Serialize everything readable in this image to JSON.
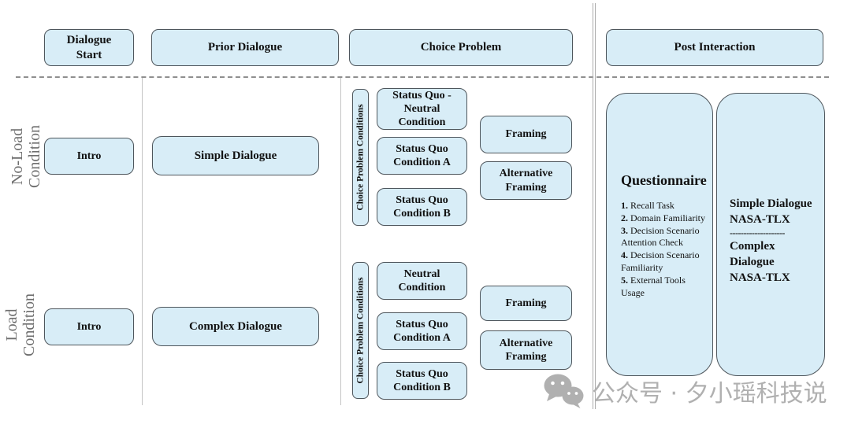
{
  "headers": {
    "dialogue_start": "Dialogue Start",
    "prior_dialogue": "Prior Dialogue",
    "choice_problem": "Choice Problem",
    "post_interaction": "Post Interaction"
  },
  "row_labels": {
    "no_load": "No-Load Condition",
    "load": "Load Condition"
  },
  "no_load_row": {
    "intro": "Intro",
    "dialogue": "Simple Dialogue",
    "conditions_label": "Choice Problem Conditions",
    "condition_1": "Status Quo - Neutral Condition",
    "condition_2": "Status Quo Condition A",
    "condition_3": "Status Quo Condition B",
    "framing": "Framing",
    "alternative_framing": "Alternative Framing"
  },
  "load_row": {
    "intro": "Intro",
    "dialogue": "Complex Dialogue",
    "conditions_label": "Choice Problem Conditions",
    "condition_1": "Neutral Condition",
    "condition_2": "Status Quo Condition A",
    "condition_3": "Status Quo Condition B",
    "framing": "Framing",
    "alternative_framing": "Alternative Framing"
  },
  "post_interaction": {
    "questionnaire": {
      "title": "Questionnaire",
      "items": [
        {
          "num": "1.",
          "text": " Recall Task"
        },
        {
          "num": "2.",
          "text": " Domain Familiarity"
        },
        {
          "num": "3.",
          "text": " Decision Scenario Attention Check"
        },
        {
          "num": "4.",
          "text": " Decision Scenario Familiarity"
        },
        {
          "num": "5.",
          "text": " External Tools Usage"
        }
      ]
    },
    "nasa": {
      "line1": "Simple Dialogue",
      "line2": "NASA-TLX",
      "separator": "--------------------",
      "line3": "Complex Dialogue",
      "line4": "NASA-TLX"
    }
  },
  "watermark": {
    "icon": "wechat-icon",
    "text": "公众号 · 夕小瑶科技说"
  },
  "colors": {
    "box_fill": "#d8edf7",
    "box_border": "#4e565c",
    "row_label_gray": "#6e6e6e",
    "watermark_gray": "#b0b0b0"
  }
}
